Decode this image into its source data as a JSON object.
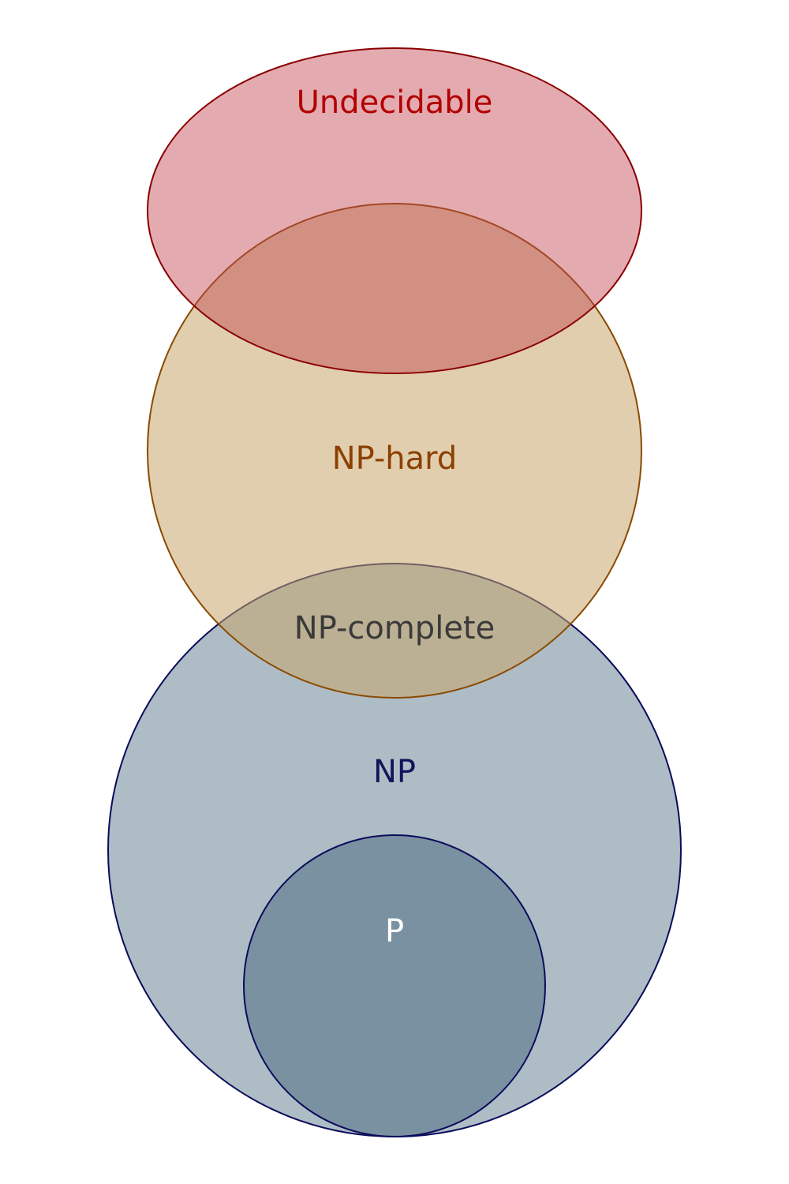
{
  "regions": {
    "undecidable": {
      "label": "Undecidable",
      "fill": "#c0444f",
      "stroke": "#8b0000",
      "text_color": "#b30000"
    },
    "np_hard": {
      "label": "NP-hard",
      "fill": "#c9a66b",
      "stroke": "#8b4a00",
      "text_color": "#8b4000"
    },
    "np_complete": {
      "label": "NP-complete",
      "text_color": "#3a3a3a"
    },
    "np": {
      "label": "NP",
      "fill": "#5d7a8e",
      "stroke": "#0b0b5a",
      "text_color": "#14145a"
    },
    "p": {
      "label": "P",
      "fill": "#5d7a8e",
      "stroke": "#0b0b5a",
      "text_color": "#ffffff"
    }
  }
}
